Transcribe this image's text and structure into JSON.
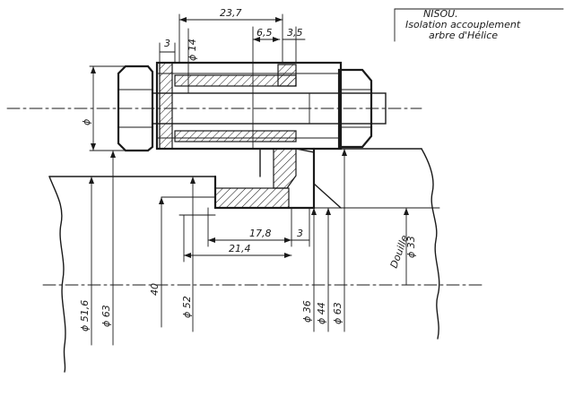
{
  "title_block": {
    "line1": "NISOU.",
    "line2": "Isolation accouplement",
    "line3": "arbre d'Hélice"
  },
  "dimensions": {
    "top_overall": "23,7",
    "dim_3_left": "3",
    "dia_14": "ϕ 14",
    "dim_6_5": "6,5",
    "dim_3_5": "3,5",
    "dia_bolt": "ϕ",
    "dim_17_8": "17,8",
    "dim_3_small": "3",
    "dim_21_4": "21,4",
    "dia_51_6": "ϕ 51,6",
    "dia_63_left": "ϕ 63",
    "dim_40": "40",
    "dia_52": "ϕ 52",
    "dia_36": "ϕ 36",
    "dia_44": "ϕ 44",
    "dia_63_right": "ϕ 63",
    "dia_33": "ϕ 33",
    "douille_label": "Douille"
  }
}
